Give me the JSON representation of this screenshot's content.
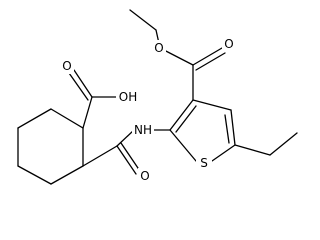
{
  "atom_labels": {
    "ester_carbonyl_o": "O",
    "ester_ether_o": "O",
    "acid_carbonyl_o": "O",
    "acid_hydroxyl": "OH",
    "amide_nh": "NH",
    "amide_carbonyl_o": "O",
    "ring_sulfur": "S"
  }
}
